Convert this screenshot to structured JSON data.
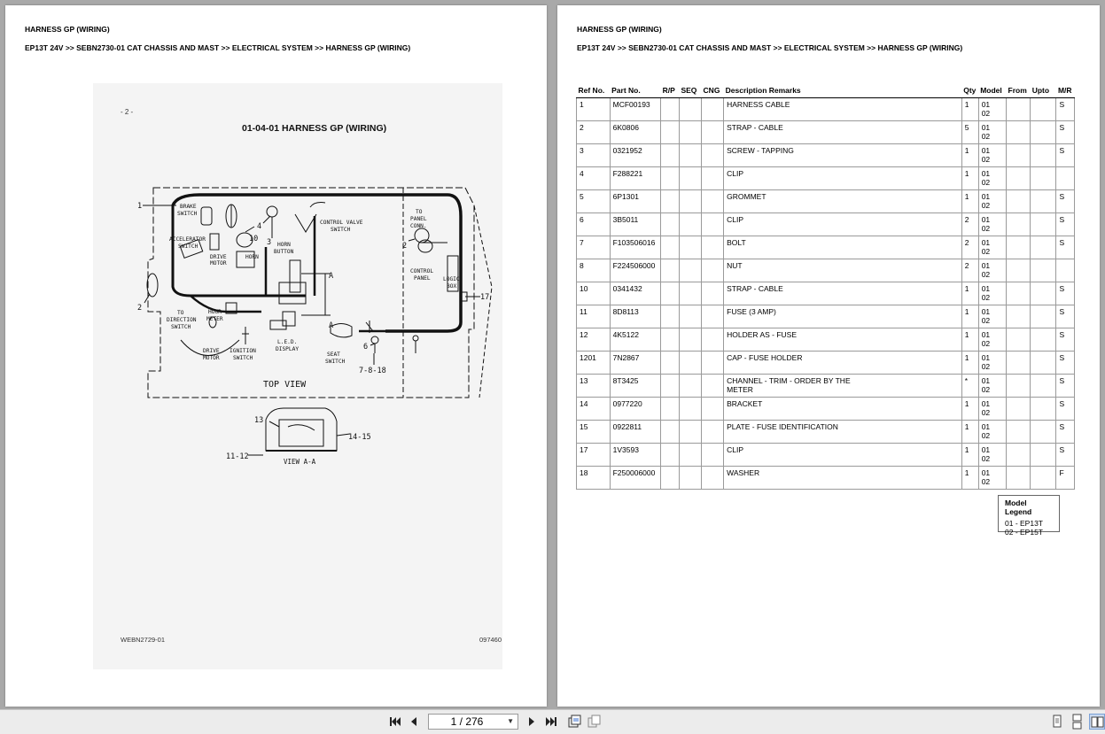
{
  "header": {
    "title": "HARNESS GP (WIRING)",
    "breadcrumb": "EP13T 24V >> SEBN2730-01 CAT CHASSIS AND MAST >> ELECTRICAL SYSTEM >> HARNESS GP (WIRING)"
  },
  "drawing": {
    "page_marker": "- 2 -",
    "title": "01-04-01  HARNESS GP (WIRING)",
    "doc_code": "WEBN2729-01",
    "figure_code": "097460",
    "labels": {
      "brake_switch": [
        "BRAKE",
        "SWITCH"
      ],
      "accelerator_switch": [
        "ACCELERATOR",
        "SWITCH"
      ],
      "drive_motor_1": [
        "DRIVE",
        "MOTOR"
      ],
      "horn": "HORN",
      "horn_button": [
        "HORN",
        "BUTTON"
      ],
      "control_valve_switch": [
        "CONTROL VALVE",
        "SWITCH"
      ],
      "to_panel_conn": [
        "TO",
        "PANEL",
        "CONN."
      ],
      "control_panel": [
        "CONTROL",
        "PANEL"
      ],
      "logic_box": [
        "LOGIC",
        "BOX"
      ],
      "to_direction_switch": [
        "TO",
        "DIRECTION",
        "SWITCH"
      ],
      "hour_meter": [
        "HOUR",
        "METER"
      ],
      "drive_motor_2": [
        "DRIVE",
        "MOTOR"
      ],
      "ignition_switch": [
        "IGNITION",
        "SWITCH"
      ],
      "led_display": [
        "L.E.D.",
        "DISPLAY"
      ],
      "seat_switch": [
        "SEAT",
        "SWITCH"
      ],
      "top_view": "TOP VIEW",
      "view_aa": "VIEW A-A",
      "section_a": "A",
      "callouts": {
        "c1": "1",
        "c2a": "2",
        "c2b": "2",
        "c3": "3",
        "c4": "4",
        "c6": "6",
        "c10": "10",
        "c13": "13",
        "c17": "17",
        "c7_8_18": "7-8-18",
        "c14_15": "14-15",
        "c11_12": "11-12"
      }
    }
  },
  "table": {
    "headers": [
      "Ref No.",
      "Part No.",
      "R/P",
      "SEQ",
      "CNG",
      "Description Remarks",
      "Qty",
      "Model",
      "From",
      "Upto",
      "M/R"
    ],
    "rows": [
      {
        "ref": "1",
        "part": "MCF00193",
        "desc": "HARNESS CABLE",
        "qty": "1",
        "m1": "01",
        "m2": "02",
        "mr": "S"
      },
      {
        "ref": "2",
        "part": "6K0806",
        "desc": "STRAP - CABLE",
        "qty": "5",
        "m1": "01",
        "m2": "02",
        "mr": "S"
      },
      {
        "ref": "3",
        "part": "0321952",
        "desc": "SCREW - TAPPING",
        "qty": "1",
        "m1": "01",
        "m2": "02",
        "mr": "S"
      },
      {
        "ref": "4",
        "part": "F288221",
        "desc": "CLIP",
        "qty": "1",
        "m1": "01",
        "m2": "02",
        "mr": ""
      },
      {
        "ref": "5",
        "part": "6P1301",
        "desc": "GROMMET",
        "qty": "1",
        "m1": "01",
        "m2": "02",
        "mr": "S"
      },
      {
        "ref": "6",
        "part": "3B5011",
        "desc": "CLIP",
        "qty": "2",
        "m1": "01",
        "m2": "02",
        "mr": "S"
      },
      {
        "ref": "7",
        "part": "F103506016",
        "desc": "BOLT",
        "qty": "2",
        "m1": "01",
        "m2": "02",
        "mr": "S"
      },
      {
        "ref": "8",
        "part": "F224506000",
        "desc": "NUT",
        "qty": "2",
        "m1": "01",
        "m2": "02",
        "mr": ""
      },
      {
        "ref": "10",
        "part": "0341432",
        "desc": "STRAP - CABLE",
        "qty": "1",
        "m1": "01",
        "m2": "02",
        "mr": "S"
      },
      {
        "ref": "11",
        "part": "8D8113",
        "desc": "FUSE (3 AMP)",
        "qty": "1",
        "m1": "01",
        "m2": "02",
        "mr": "S"
      },
      {
        "ref": "12",
        "part": "4K5122",
        "desc": "HOLDER AS - FUSE",
        "qty": "1",
        "m1": "01",
        "m2": "02",
        "mr": "S"
      },
      {
        "ref": "1201",
        "part": "7N2867",
        "desc": "CAP - FUSE HOLDER",
        "qty": "1",
        "m1": "01",
        "m2": "02",
        "mr": "S"
      },
      {
        "ref": "13",
        "part": "8T3425",
        "desc": "CHANNEL - TRIM - ORDER BY THE\nMETER",
        "qty": "*",
        "m1": "01",
        "m2": "02",
        "mr": "S"
      },
      {
        "ref": "14",
        "part": "0977220",
        "desc": "BRACKET",
        "qty": "1",
        "m1": "01",
        "m2": "02",
        "mr": "S"
      },
      {
        "ref": "15",
        "part": "0922811",
        "desc": "PLATE - FUSE IDENTIFICATION",
        "qty": "1",
        "m1": "01",
        "m2": "02",
        "mr": "S"
      },
      {
        "ref": "17",
        "part": "1V3593",
        "desc": "CLIP",
        "qty": "1",
        "m1": "01",
        "m2": "02",
        "mr": "S"
      },
      {
        "ref": "18",
        "part": "F250006000",
        "desc": "WASHER",
        "qty": "1",
        "m1": "01",
        "m2": "02",
        "mr": "F"
      }
    ]
  },
  "legend": {
    "title": "Model Legend",
    "items": [
      "01 - EP13T",
      "02 - EP15T"
    ]
  },
  "toolbar": {
    "page_value": "1 / 276",
    "icons": [
      "first-page-icon",
      "prev-page-icon",
      "next-page-icon",
      "last-page-icon",
      "rotate-icon",
      "copy-icon",
      "single-page-icon",
      "continuous-icon",
      "facing-pages-icon"
    ]
  },
  "colors": {
    "viewer_bg": "#a9a9a9",
    "page_bg": "#ffffff",
    "sheet_bg": "#f4f4f4",
    "toolbar_bg": "#ececec"
  }
}
